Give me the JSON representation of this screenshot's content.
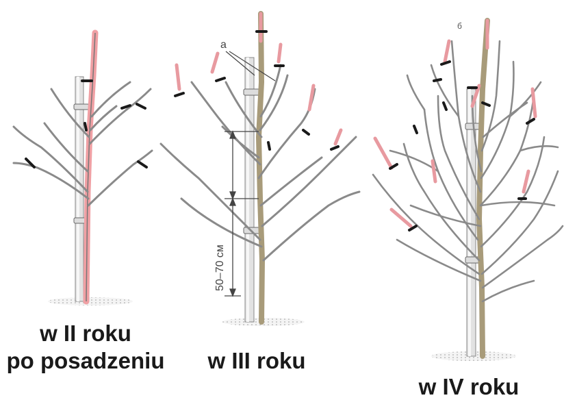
{
  "captions": {
    "tree1_line1": "w II roku",
    "tree1_line2": "po posadzeniu",
    "tree2": "w III roku",
    "tree3": "w IV roku"
  },
  "labels": {
    "a": "a",
    "b": "б",
    "height": "50–70 см"
  },
  "colors": {
    "branch": "#8a8a8a",
    "branch_dark": "#555555",
    "pruned_growth": "#e89aa0",
    "stake": "#d8d8d8",
    "cut_mark": "#1a1a1a",
    "ground": "#bdbdbd"
  }
}
